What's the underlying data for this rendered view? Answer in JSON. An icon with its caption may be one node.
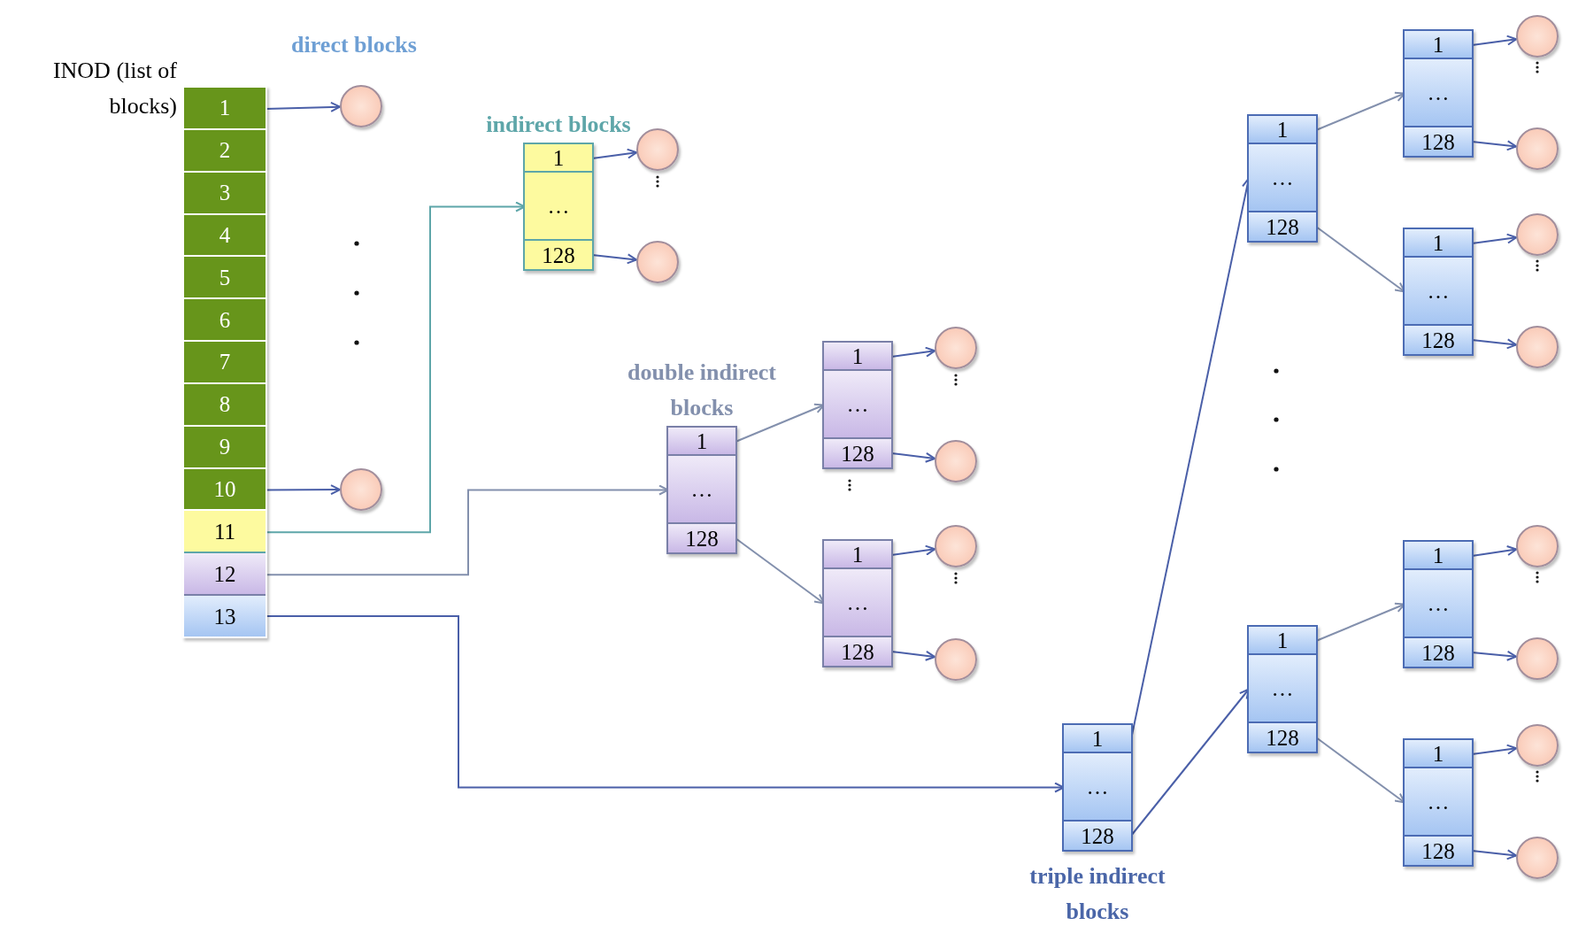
{
  "diagram": {
    "nodes": [
      {
        "text": [
          "INOD (list of blocks)"
        ]
      },
      {
        "text": [
          "1"
        ],
        "in": 0
      },
      {
        "text": [
          "2"
        ],
        "in": 0
      },
      {
        "text": [
          "3"
        ],
        "in": 0
      },
      {
        "text": [
          "4"
        ],
        "in": 0
      },
      {
        "text": [
          "5"
        ],
        "in": 0
      },
      {
        "text": [
          "6"
        ],
        "in": 0
      },
      {
        "text": [
          "7"
        ],
        "in": 0
      },
      {
        "text": [
          "8"
        ],
        "in": 0
      },
      {
        "text": [
          "9"
        ],
        "in": 0
      },
      {
        "text": [
          "10"
        ],
        "in": 0
      },
      {
        "text": [
          "11"
        ],
        "in": 0
      },
      {
        "text": [
          "12"
        ],
        "in": 0
      },
      {
        "text": [
          "13"
        ],
        "in": 0
      },
      {
        "text": [],
        "shape": "circle"
      },
      {
        "text": [],
        "shape": "circle"
      },
      {
        "text": [
          "indirect blocks"
        ]
      },
      {
        "text": [
          "1"
        ],
        "in": 16
      },
      {
        "text": [
          "…"
        ],
        "in": 16
      },
      {
        "text": [
          "128"
        ],
        "in": 16
      },
      {
        "text": [],
        "shape": "circle"
      },
      {
        "text": [],
        "shape": "circle"
      },
      {
        "text": [
          "double indirect blocks"
        ]
      },
      {
        "text": [
          "1"
        ],
        "in": 22
      },
      {
        "text": [
          "…"
        ],
        "in": 22
      },
      {
        "text": [
          "128"
        ],
        "in": 22
      },
      {
        "text": [],
        "shape": "box"
      },
      {
        "text": [
          "1"
        ],
        "in": 26
      },
      {
        "text": [
          "…"
        ],
        "in": 26
      },
      {
        "text": [
          "128"
        ],
        "in": 26
      },
      {
        "text": [],
        "shape": "box"
      },
      {
        "text": [
          "1"
        ],
        "in": 30
      },
      {
        "text": [
          "…"
        ],
        "in": 30
      },
      {
        "text": [
          "128"
        ],
        "in": 30
      },
      {
        "text": [],
        "shape": "circle"
      },
      {
        "text": [],
        "shape": "circle"
      },
      {
        "text": [],
        "shape": "circle"
      },
      {
        "text": [],
        "shape": "circle"
      },
      {
        "text": [
          "triple indirect blocks"
        ]
      },
      {
        "text": [
          "1"
        ],
        "in": 38
      },
      {
        "text": [
          "…"
        ],
        "in": 38
      },
      {
        "text": [
          "128"
        ],
        "in": 38
      },
      {
        "text": [],
        "shape": "box"
      },
      {
        "text": [
          "1"
        ],
        "in": 42
      },
      {
        "text": [
          "…"
        ],
        "in": 42
      },
      {
        "text": [
          "128"
        ],
        "in": 42
      },
      {
        "text": [],
        "shape": "box"
      },
      {
        "text": [
          "1"
        ],
        "in": 46
      },
      {
        "text": [
          "…"
        ],
        "in": 46
      },
      {
        "text": [
          "128"
        ],
        "in": 46
      },
      {
        "text": [],
        "shape": "box"
      },
      {
        "text": [
          "1"
        ],
        "in": 50
      },
      {
        "text": [
          "…"
        ],
        "in": 50
      },
      {
        "text": [
          "128"
        ],
        "in": 50
      },
      {
        "text": [],
        "shape": "box"
      },
      {
        "text": [
          "1"
        ],
        "in": 54
      },
      {
        "text": [
          "…"
        ],
        "in": 54
      },
      {
        "text": [
          "128"
        ],
        "in": 54
      },
      {
        "text": [],
        "shape": "box"
      },
      {
        "text": [
          "1"
        ],
        "in": 58
      },
      {
        "text": [
          "…"
        ],
        "in": 58
      },
      {
        "text": [
          "128"
        ],
        "in": 58
      },
      {
        "text": [],
        "shape": "box"
      },
      {
        "text": [
          "1"
        ],
        "in": 62
      },
      {
        "text": [
          "…"
        ],
        "in": 62
      },
      {
        "text": [
          "128"
        ],
        "in": 62
      },
      {
        "text": [],
        "shape": "circle"
      },
      {
        "text": [],
        "shape": "circle"
      },
      {
        "text": [],
        "shape": "circle"
      },
      {
        "text": [],
        "shape": "circle"
      },
      {
        "text": [],
        "shape": "circle"
      },
      {
        "text": [],
        "shape": "circle"
      },
      {
        "text": [],
        "shape": "circle"
      },
      {
        "text": [],
        "shape": "circle"
      }
    ],
    "edges": [
      {
        "from": 1,
        "to": 14,
        "arrow": "to"
      },
      {
        "from": 10,
        "to": 15,
        "arrow": "to"
      },
      {
        "from": 11,
        "to": 18,
        "arrow": "to",
        "color": "#5ea6a9"
      },
      {
        "from": 12,
        "to": 24,
        "arrow": "to",
        "color": "#8390ad"
      },
      {
        "from": 13,
        "to": 40,
        "arrow": "to"
      },
      {
        "from": 17,
        "to": 20,
        "arrow": "to"
      },
      {
        "from": 19,
        "to": 21,
        "arrow": "to"
      },
      {
        "from": 23,
        "to": 28,
        "arrow": "to",
        "color": "#8390ad"
      },
      {
        "from": 25,
        "to": 32,
        "arrow": "to",
        "color": "#8390ad"
      },
      {
        "from": 27,
        "to": 34,
        "arrow": "to"
      },
      {
        "from": 29,
        "to": 35,
        "arrow": "to"
      },
      {
        "from": 31,
        "to": 36,
        "arrow": "to"
      },
      {
        "from": 33,
        "to": 37,
        "arrow": "to"
      },
      {
        "from": 39,
        "to": 44,
        "arrow": "to"
      },
      {
        "from": 41,
        "to": 48,
        "arrow": "to"
      },
      {
        "from": 43,
        "to": 52,
        "arrow": "to",
        "color": "#8390ad"
      },
      {
        "from": 45,
        "to": 56,
        "arrow": "to",
        "color": "#8390ad"
      },
      {
        "from": 47,
        "to": 60,
        "arrow": "to",
        "color": "#8390ad"
      },
      {
        "from": 49,
        "to": 64,
        "arrow": "to",
        "color": "#8390ad"
      },
      {
        "from": 51,
        "to": 66,
        "arrow": "to"
      },
      {
        "from": 53,
        "to": 67,
        "arrow": "to"
      },
      {
        "from": 55,
        "to": 68,
        "arrow": "to"
      },
      {
        "from": 57,
        "to": 69,
        "arrow": "to"
      },
      {
        "from": 59,
        "to": 70,
        "arrow": "to"
      },
      {
        "from": 61,
        "to": 71,
        "arrow": "to"
      },
      {
        "from": 63,
        "to": 72,
        "arrow": "to"
      },
      {
        "from": 65,
        "to": 73,
        "arrow": "to"
      }
    ],
    "labels": [
      "direct blocks"
    ]
  }
}
